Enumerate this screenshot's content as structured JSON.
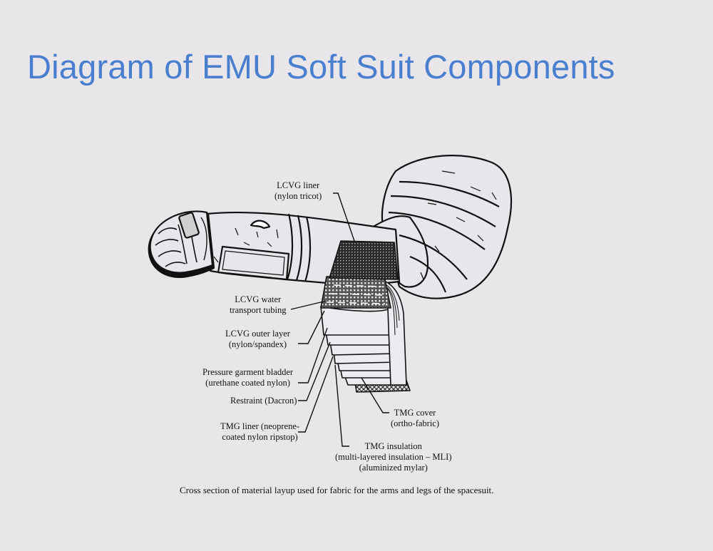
{
  "title": "Diagram of EMU Soft Suit Components",
  "colors": {
    "title": "#4a7fd0",
    "background": "#e9e6ea",
    "ink": "#111111"
  },
  "labels": [
    {
      "id": "lcvg-liner",
      "line1": "LCVG liner",
      "line2": "(nylon tricot)"
    },
    {
      "id": "lcvg-water-tubing",
      "line1": "LCVG water",
      "line2": "transport tubing"
    },
    {
      "id": "lcvg-outer-layer",
      "line1": "LCVG outer layer",
      "line2": "(nylon/spandex)"
    },
    {
      "id": "pressure-garment-bladder",
      "line1": "Pressure garment bladder",
      "line2": "(urethane coated nylon)"
    },
    {
      "id": "restraint",
      "line1": "Restraint (Dacron)"
    },
    {
      "id": "tmg-liner",
      "line1": "TMG liner (neoprene-",
      "line2": "coated nylon ripstop)"
    },
    {
      "id": "tmg-cover",
      "line1": "TMG cover",
      "line2": "(ortho-fabric)"
    },
    {
      "id": "tmg-insulation",
      "line1": "TMG insulation",
      "line2": "(multi-layered insulation – MLI)",
      "line3": "(aluminized mylar)"
    }
  ],
  "caption": "Cross section of material layup used for fabric for the arms and legs of the spacesuit."
}
